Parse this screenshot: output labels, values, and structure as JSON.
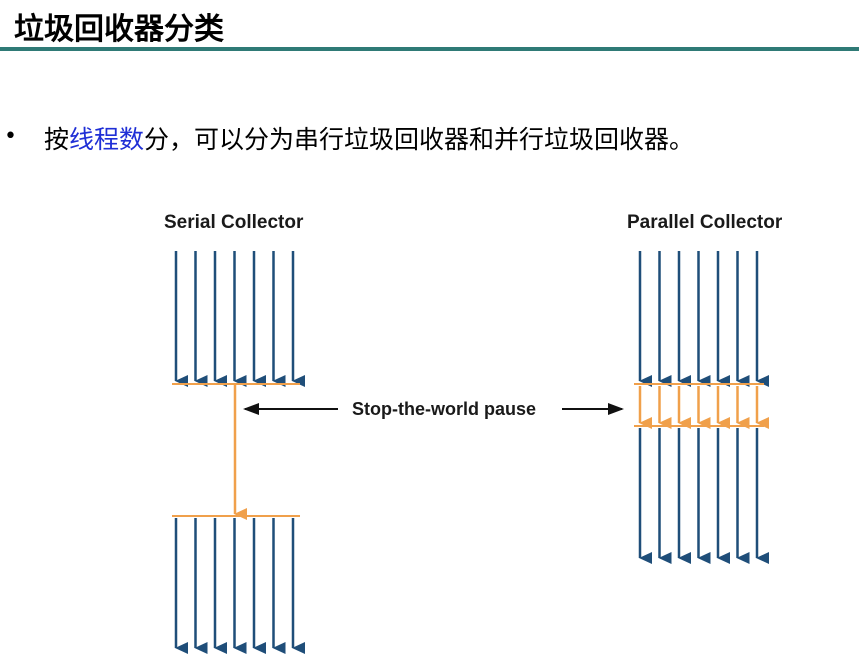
{
  "slide": {
    "title": "垃圾回收器分类",
    "bullet": {
      "prefix": "按",
      "highlight": "线程数",
      "suffix": "分，可以分为串行垃圾回收器和并行垃圾回收器。"
    }
  },
  "diagram": {
    "serial_label": "Serial Collector",
    "parallel_label": "Parallel Collector",
    "pause_label": "Stop-the-world pause",
    "colors": {
      "thread_arrow": "#1f4e79",
      "gc_thread": "#f0a04b"
    },
    "serial_app_threads": 7,
    "serial_gc_threads": 1,
    "parallel_app_threads": 7,
    "parallel_gc_threads": 7
  }
}
